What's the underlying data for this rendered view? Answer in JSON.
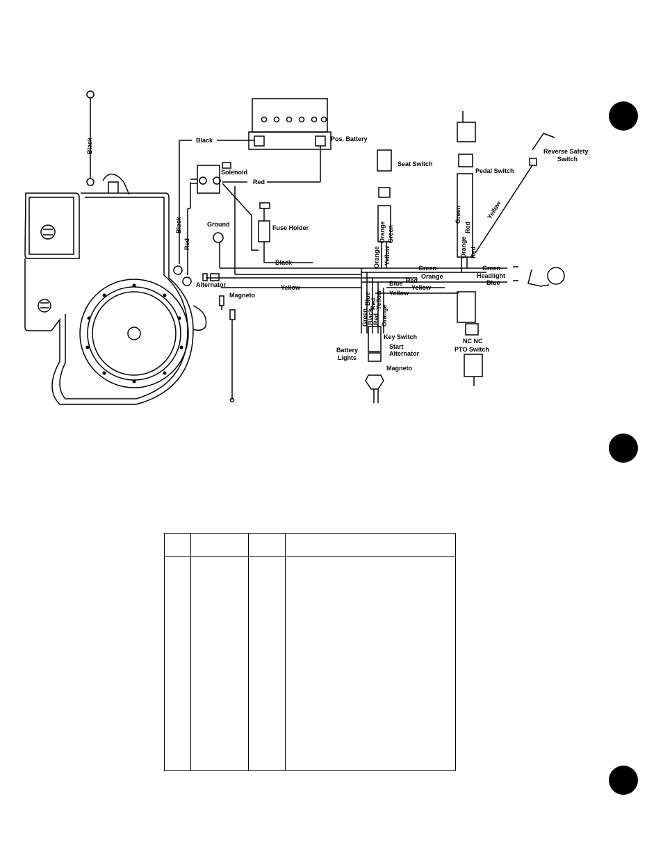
{
  "diagram": {
    "labels": {
      "black_ground_strap": "Black",
      "black_top": "Black",
      "pos_battery": "Pos. Battery",
      "solenoid": "Solenoid",
      "red_solenoid": "Red",
      "fuse_holder": "Fuse Holder",
      "ground": "Ground",
      "black_vertical": "Black",
      "red_vertical": "Red",
      "black_harness": "Black",
      "alternator": "Alternator",
      "yellow_main": "Yellow",
      "magneto": "Magneto",
      "seat_switch": "Seat Switch",
      "orange_seat": "Orange",
      "orange_seat2": "Orange",
      "green_seat": "Green",
      "yellow_seat": "Yellow",
      "green_main": "Green",
      "orange_main": "Orange",
      "blue_main": "Blue",
      "red_main": "Red",
      "yellow_main2": "Yellow",
      "yellow_lower": "Yellow",
      "pedal_switch": "Pedal Switch",
      "green_pedal": "Green",
      "orange_pedal": "Orange",
      "red_pedal": "Red",
      "red_pedal2": "Red",
      "yellow_reverse": "Yellow",
      "reverse_safety": "Reverse Safety",
      "reverse_safety2": "Switch",
      "green_headlight": "Green",
      "headlight": "Headlight",
      "blue_headlight": "Blue",
      "key_green": "Green",
      "key_blue": "Blue",
      "key_black": "Black",
      "key_red": "Red",
      "key_red2": "Red",
      "key_yellow": "Yellow",
      "key_orange": "Orange",
      "key_switch": "Key Switch",
      "battery": "Battery",
      "lights": "Lights",
      "start": "Start",
      "alternator_key": "Alternator",
      "magneto_key": "Magneto",
      "nc_nc": "NC NC",
      "pto_switch": "PTO Switch"
    }
  },
  "colors": {
    "ink": "#000000",
    "paper": "#ffffff"
  }
}
